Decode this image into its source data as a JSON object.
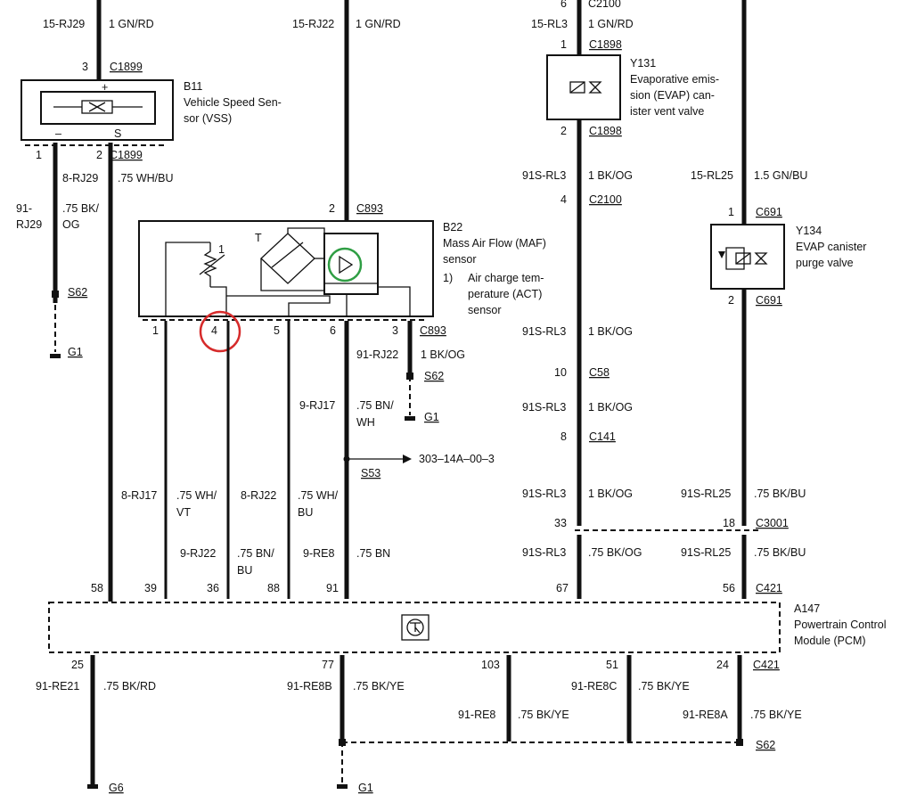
{
  "top": {
    "rj29": "15-RJ29",
    "rj29_c": "1 GN/RD",
    "rj22": "15-RJ22",
    "rj22_c": "1 GN/RD",
    "rl3": "15-RL3",
    "rl3_c": "1 GN/RD",
    "c2100_top": "C2100",
    "pin6": "6"
  },
  "vss": {
    "pin_top": "3",
    "conn_top": "C1899",
    "id": "B11",
    "name1": "Vehicle Speed Sen-",
    "name2": "sor (VSS)",
    "plus": "+",
    "minus": "–",
    "s": "S",
    "pin1": "1",
    "pin2": "2",
    "conn_bot": "C1899",
    "w8": "8-RJ29",
    "w8c": ".75 WH/BU",
    "w91a": "91-",
    "w91b": "RJ29",
    "w91c1": ".75 BK/",
    "w91c2": "OG",
    "splice": "S62",
    "ground": "G1"
  },
  "maf": {
    "pin2": "2",
    "conn": "C893",
    "id": "B22",
    "name1": "Mass Air Flow (MAF)",
    "name2": "sensor",
    "note1": "1)",
    "note2": "Air charge tem-",
    "note3": "perature (ACT)",
    "note4": "sensor",
    "label_T": "T",
    "label_1": "1",
    "p1": "1",
    "p4": "4",
    "p5": "5",
    "p6": "6",
    "p3": "3",
    "conn_bot": "C893",
    "w91": "91-RJ22",
    "w91c": "1 BK/OG",
    "s62": "S62",
    "g1": "G1",
    "w9rj17": "9-RJ17",
    "w9rj17c1": ".75 BN/",
    "w9rj17c2": "WH",
    "s53": "S53",
    "ref": "303–14A–00–3",
    "w8rj17": "8-RJ17",
    "w8rj17c1": ".75 WH/",
    "w8rj17c2": "VT",
    "w8rj22": "8-RJ22",
    "w8rj22c1": ".75 WH/",
    "w8rj22c2": "BU",
    "w9rj22": "9-RJ22",
    "w9rj22c1": ".75 BN/",
    "w9rj22c2": "BU",
    "w9re8": "9-RE8",
    "w9re8c": ".75 BN"
  },
  "evap": {
    "pin1": "1",
    "conn1": "C1898",
    "id": "Y131",
    "name1": "Evaporative emis-",
    "name2": "sion (EVAP) can-",
    "name3": "ister vent valve",
    "pin2": "2",
    "conn2": "C1898",
    "w91s_a": "91S-RL3",
    "w91s_ac": "1 BK/OG",
    "pin4": "4",
    "c2100": "C2100",
    "w91s_b": "91S-RL3",
    "w91s_bc": "1 BK/OG",
    "pin10": "10",
    "c58": "C58",
    "w91s_c": "91S-RL3",
    "w91s_cc": "1 BK/OG",
    "pin8": "8",
    "c141": "C141",
    "w91s_d": "91S-RL3",
    "w91s_dc": "1 BK/OG",
    "pin33": "33",
    "pin18": "18",
    "c3001": "C3001",
    "w91s_e": "91S-RL3",
    "w91s_ec": ".75 BK/OG"
  },
  "purge": {
    "w15": "15-RL25",
    "w15c": "1.5 GN/BU",
    "pin1": "1",
    "conn1": "C691",
    "id": "Y134",
    "name1": "EVAP canister",
    "name2": "purge valve",
    "pin2": "2",
    "conn2": "C691",
    "w91a": "91S-RL25",
    "w91ac": ".75 BK/BU",
    "w91b": "91S-RL25",
    "w91bc": ".75 BK/BU"
  },
  "pcm": {
    "p58": "58",
    "p39": "39",
    "p36": "36",
    "p88": "88",
    "p91": "91",
    "p67": "67",
    "p56": "56",
    "conn_top": "C421",
    "id": "A147",
    "name1": "Powertrain Control",
    "name2": "Module (PCM)",
    "p25": "25",
    "p77": "77",
    "p103": "103",
    "p51": "51",
    "p24": "24",
    "conn_bot": "C421"
  },
  "bottom": {
    "re21": "91-RE21",
    "re21c": ".75 BK/RD",
    "g6": "G6",
    "re8b": "91-RE8B",
    "re8bc": ".75 BK/YE",
    "g1": "G1",
    "re8": "91-RE8",
    "re8c": ".75 BK/YE",
    "re8c_w": "91-RE8C",
    "re8c_c": ".75 BK/YE",
    "re8a": "91-RE8A",
    "re8a_c": ".75 BK/YE",
    "s62": "S62"
  },
  "colors": {
    "ink": "#111111",
    "highlight_red": "#d62b2b",
    "highlight_green": "#2f9e44"
  }
}
